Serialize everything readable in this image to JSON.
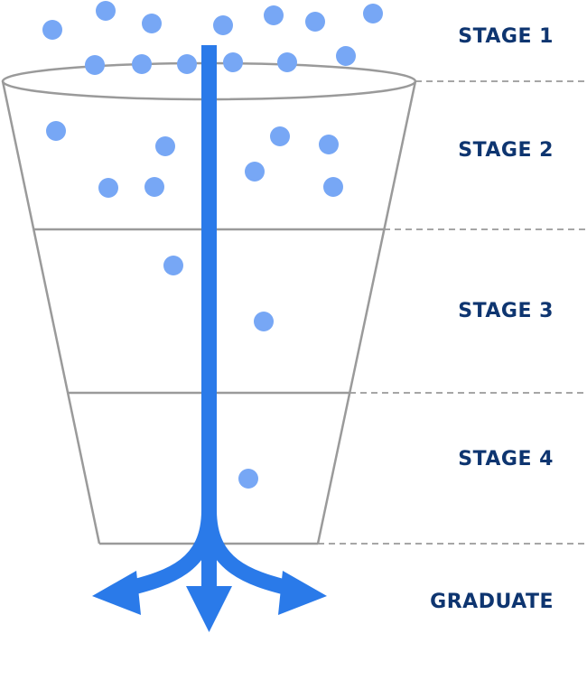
{
  "colors": {
    "dot": "#77a7f5",
    "arrow": "#2a7ae9",
    "funnel_line": "#9a9a9a",
    "divider_dash": "#a6a6a6",
    "label_text": "#0e3570"
  },
  "stages": [
    {
      "label": "STAGE 1"
    },
    {
      "label": "STAGE 2"
    },
    {
      "label": "STAGE 3"
    },
    {
      "label": "STAGE 4"
    },
    {
      "label": "GRADUATE"
    }
  ],
  "dot_counts": {
    "stage_1": 13,
    "stage_2": 8,
    "stage_3": 2,
    "stage_4": 1
  },
  "icons": {
    "dot": "person-dot-icon",
    "arrow": "branching-arrow-icon"
  }
}
